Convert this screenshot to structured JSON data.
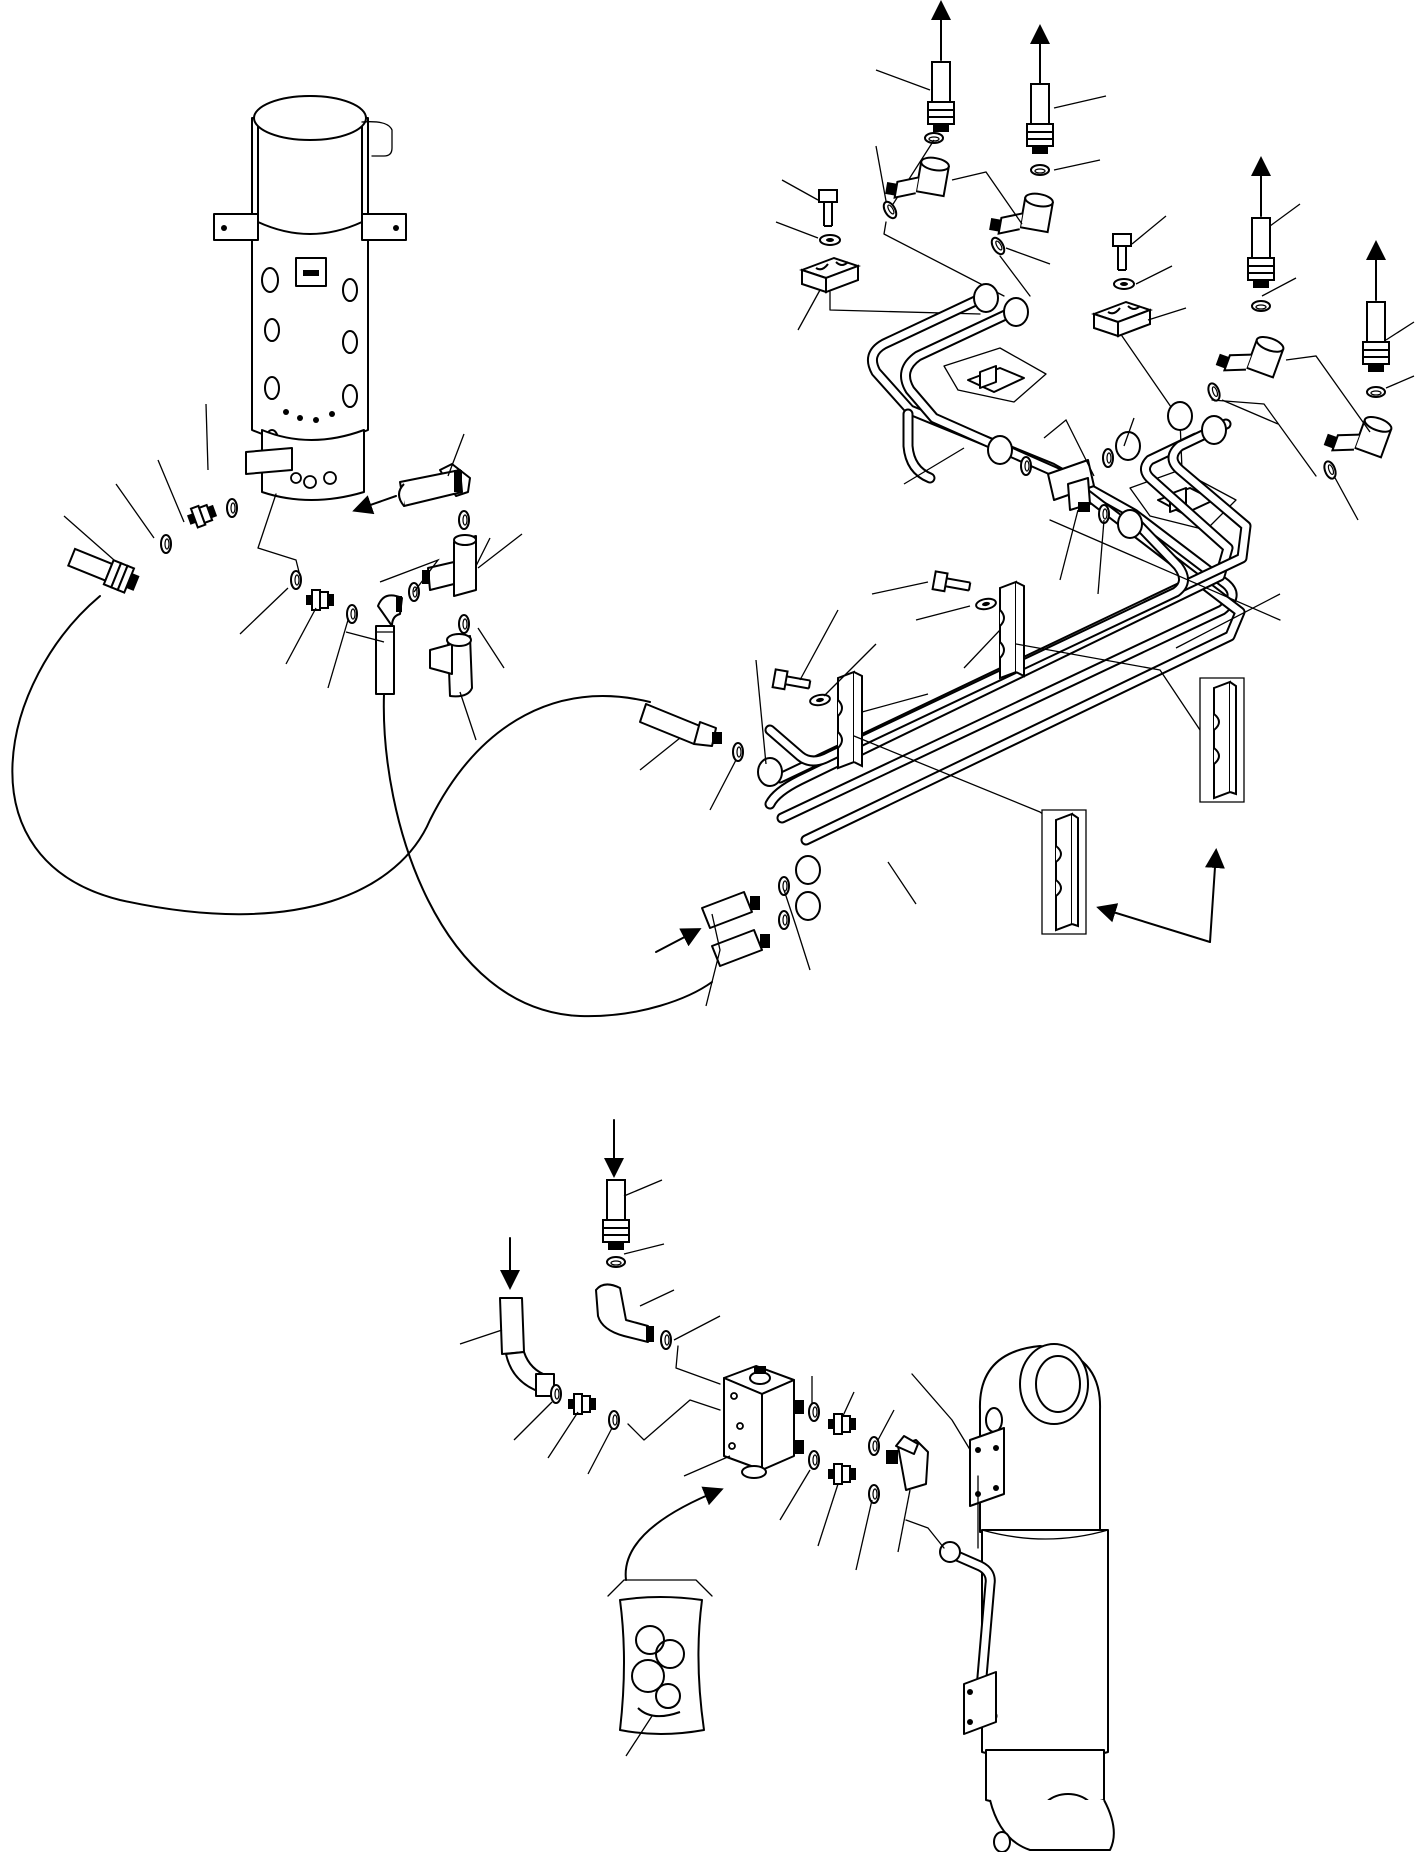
{
  "diagram": {
    "kind": "hydraulic piping exploded parts view",
    "labels": [],
    "icons": [
      "flow-arrow-icon",
      "swivel-joint",
      "hydraulic-cylinder",
      "valve-block",
      "sealant-pouch"
    ]
  }
}
